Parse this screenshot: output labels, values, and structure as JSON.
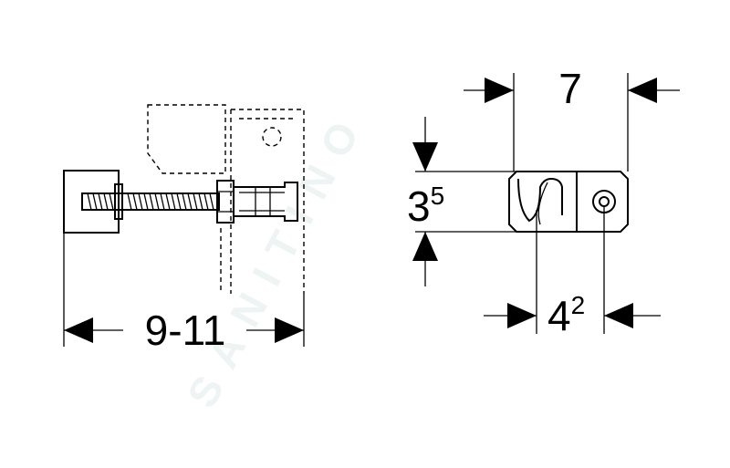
{
  "watermark": "SANITINO",
  "left_view": {
    "dimension": "9-11"
  },
  "right_view": {
    "width_dim": "7",
    "height_dim_base": "3",
    "height_dim_sup": "5",
    "hole_dim_base": "4",
    "hole_dim_sup": "2"
  },
  "colors": {
    "line": "#000000",
    "background": "#ffffff",
    "watermark": "#eef3f4"
  }
}
